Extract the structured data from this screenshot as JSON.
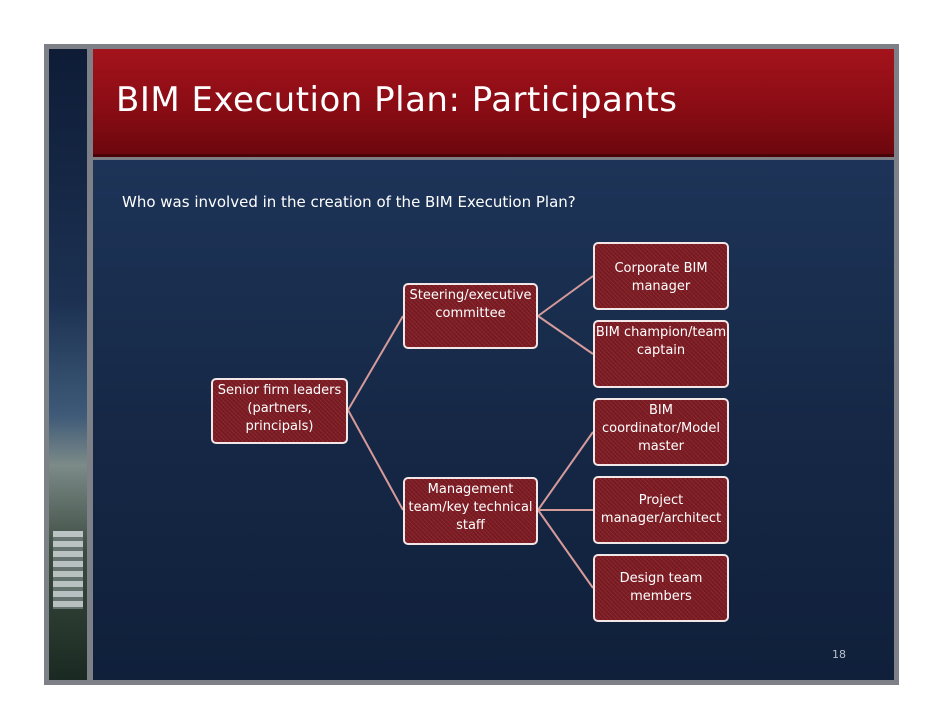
{
  "slide": {
    "title": "BIM Execution Plan: Participants",
    "question": "Who was involved in the creation of the BIM Execution Plan?",
    "page_number": "18"
  },
  "diagram": {
    "root": "Senior firm leaders (partners, principals)",
    "level1": [
      "Steering/executive committee",
      "Management team/key technical staff"
    ],
    "level2": [
      "Corporate BIM manager",
      "BIM champion/team captain",
      "BIM coordinator/Model master",
      "Project manager/architect",
      "Design team members"
    ]
  },
  "colors": {
    "header": "#8a0c14",
    "panel": "#162846",
    "node_fill": "#7d1a22",
    "connector": "#d59a9a"
  }
}
